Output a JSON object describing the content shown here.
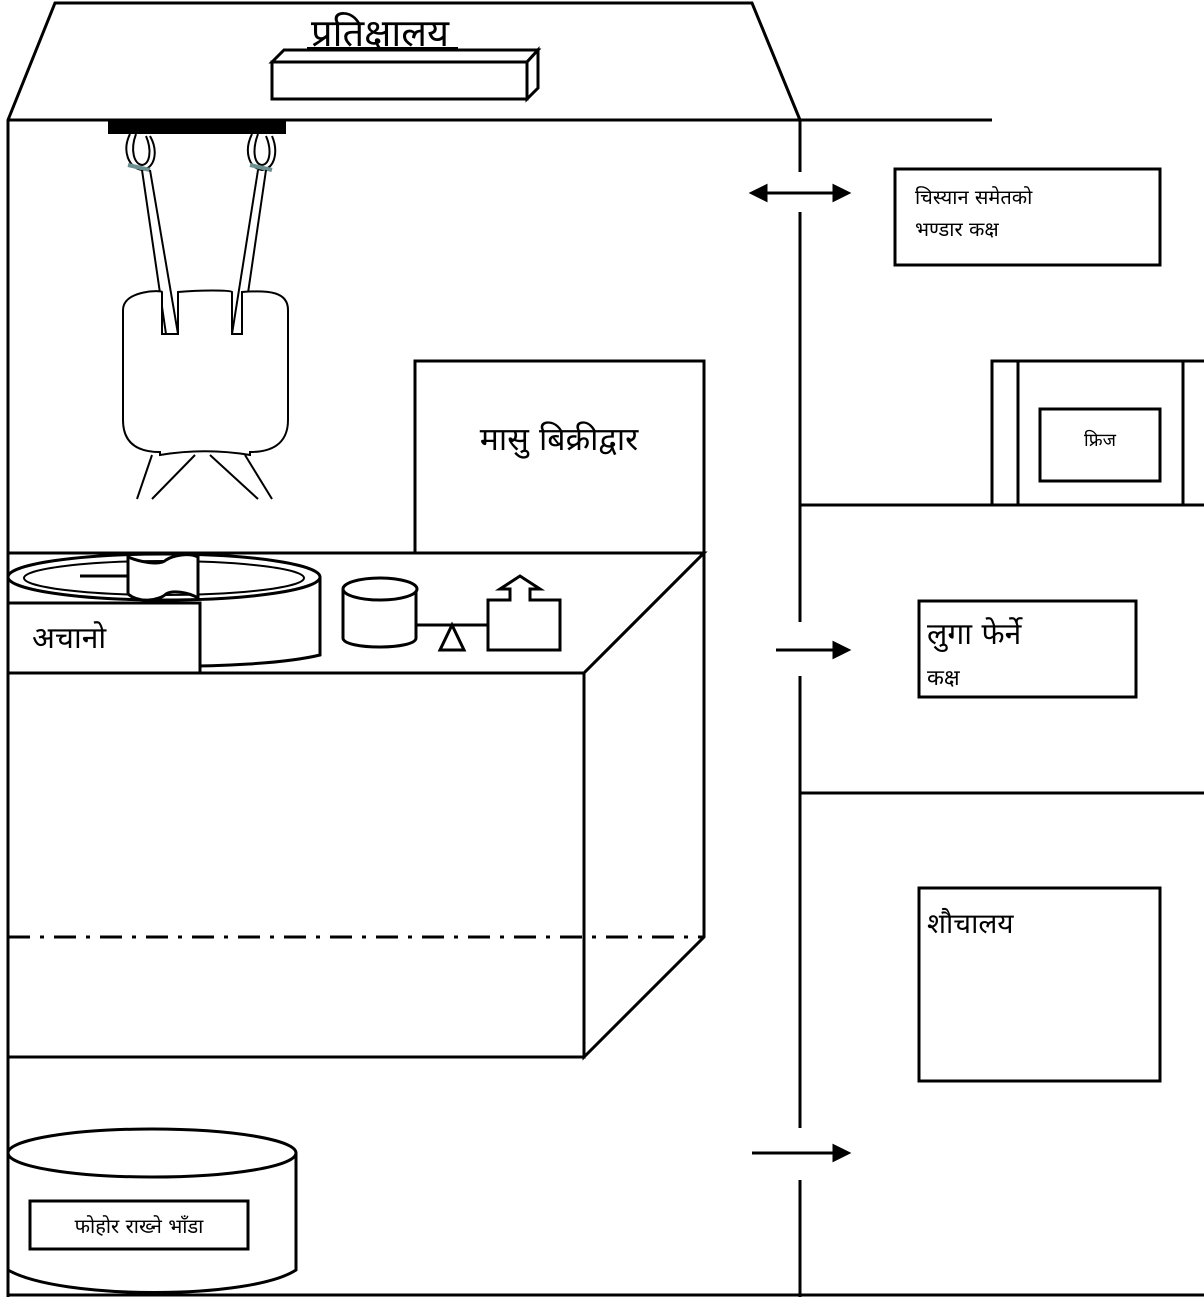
{
  "labels": {
    "waiting_room": "प्रतिक्षालय",
    "cold_store": [
      "चिस्यान समेतको",
      "भण्डार कक्ष"
    ],
    "fridge": "फ्रिज",
    "meat_counter": "मासु बिक्रीद्वार",
    "pickle": "अचानो",
    "changing_room": [
      "लुगा फेर्ने",
      "कक्ष"
    ],
    "toilet": "शौचालय",
    "waste_bin": "फोहोर राख्ने भाँडा"
  },
  "colors": {
    "stroke": "#000000",
    "background": "#ffffff",
    "hook_accent": "#6b8f8f"
  }
}
